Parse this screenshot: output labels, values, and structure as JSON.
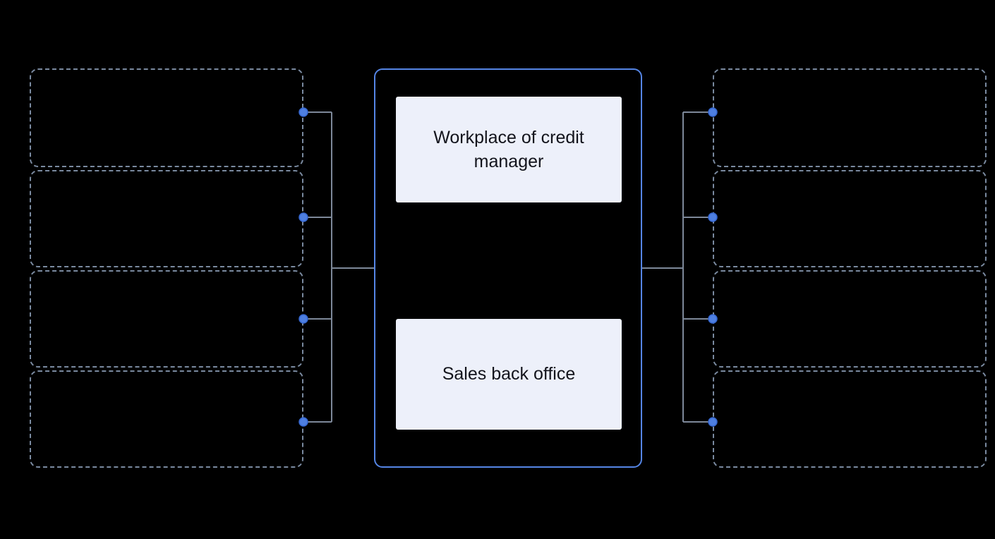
{
  "canvas": {
    "background": "#000000"
  },
  "center_group": {
    "top_node_label": "Workplace of credit manager",
    "bottom_node_label": "Sales back office"
  },
  "side_panels": {
    "left_count": 4,
    "right_count": 4
  },
  "colors": {
    "center_border": "#5585e5",
    "dashed_border": "#7a8aa0",
    "connector_line": "#7d8899",
    "accent_blue": "#4e7fe1",
    "node_fill": "#edf0fa",
    "node_text": "#13141c"
  }
}
